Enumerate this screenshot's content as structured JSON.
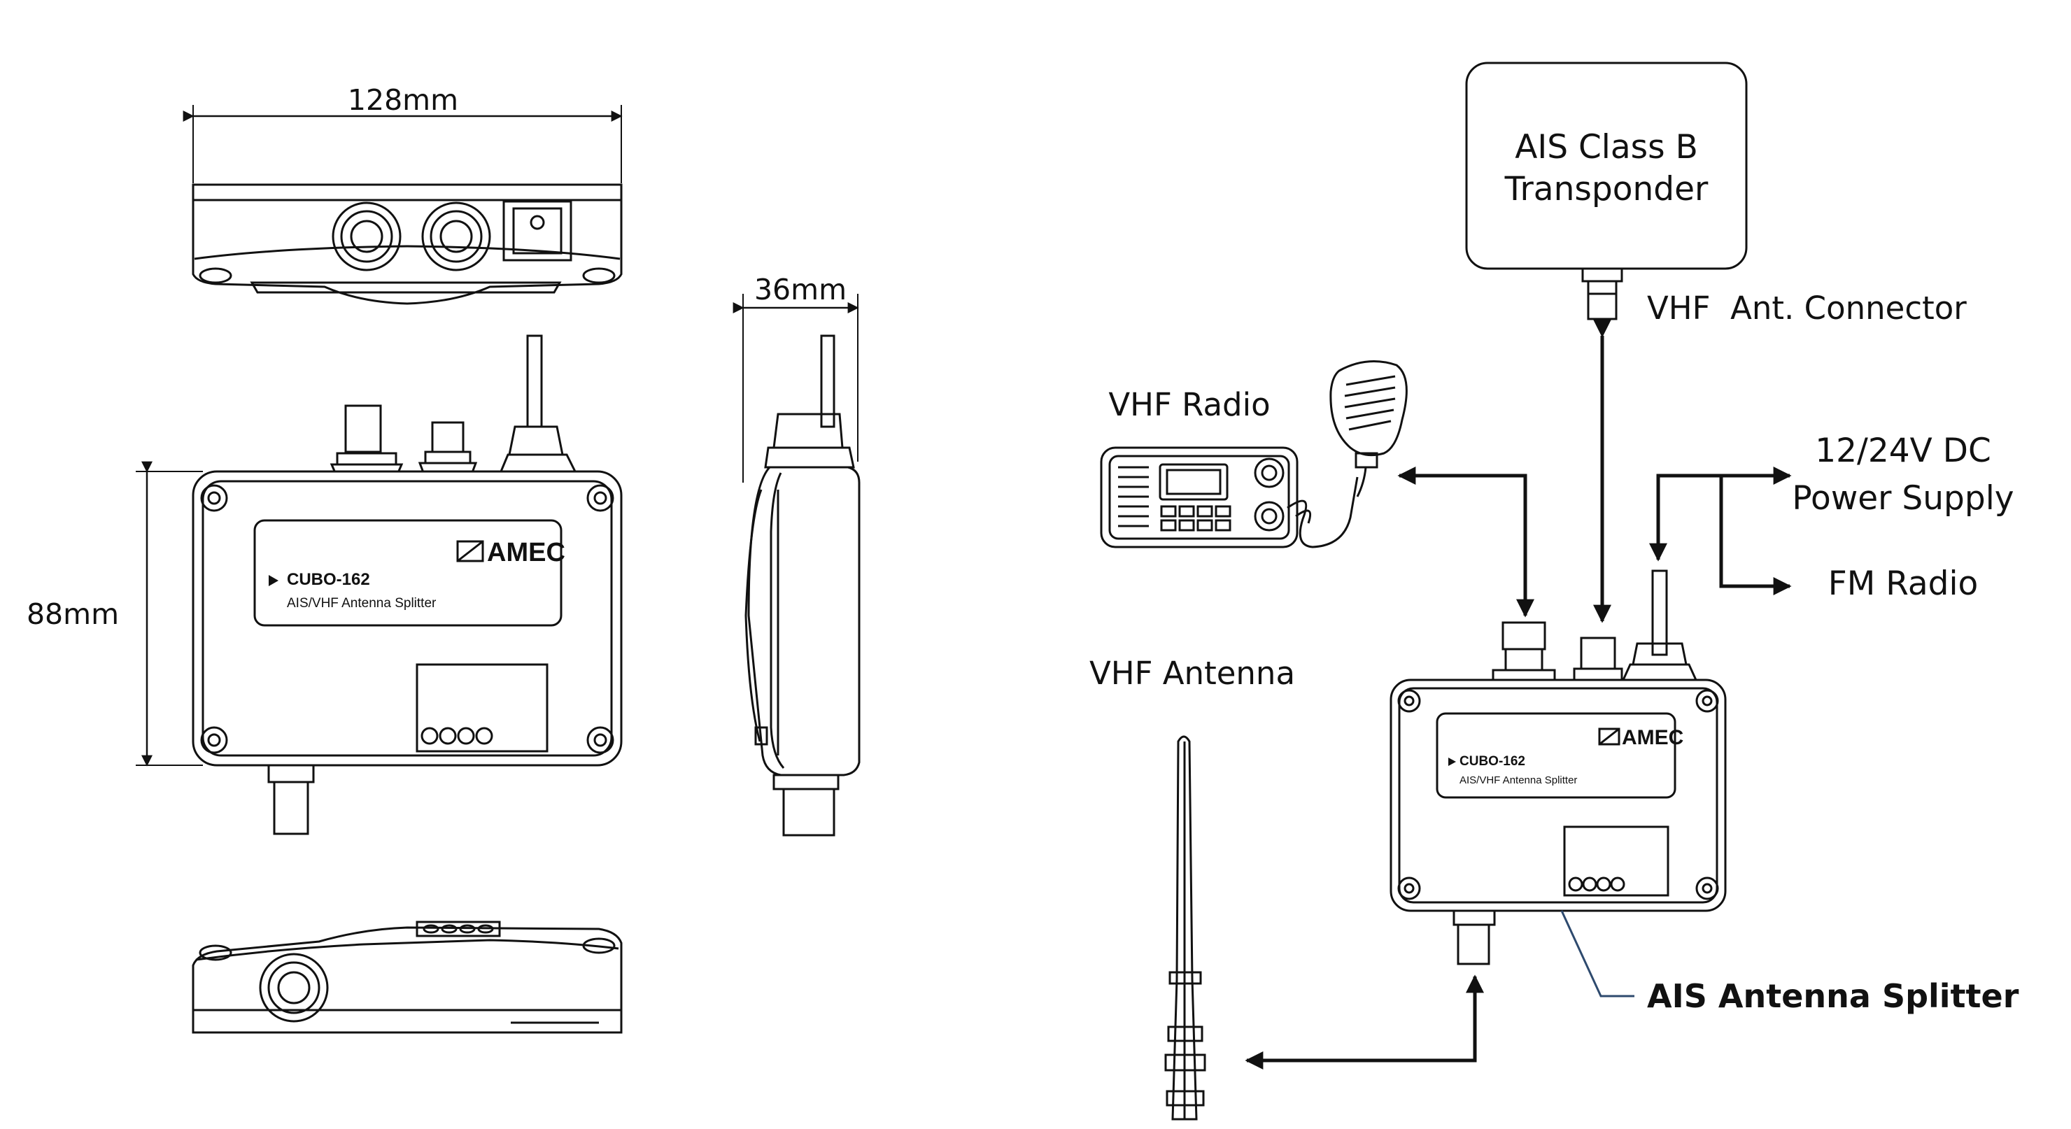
{
  "dimensions": {
    "width": "128mm",
    "depth": "36mm",
    "height": "88mm"
  },
  "device": {
    "brand": "AMEC",
    "model": "CUBO-162",
    "subtitle": "AIS/VHF Antenna Splitter"
  },
  "labels": {
    "transponder_line1": "AIS Class B",
    "transponder_line2": "Transponder",
    "vhf_ant_connector": "VHF  Ant. Connector",
    "vhf_radio": "VHF Radio",
    "power_line1": "12/24V DC",
    "power_line2": "Power Supply",
    "fm_radio": "FM Radio",
    "vhf_antenna": "VHF Antenna",
    "splitter": "AIS Antenna Splitter"
  }
}
